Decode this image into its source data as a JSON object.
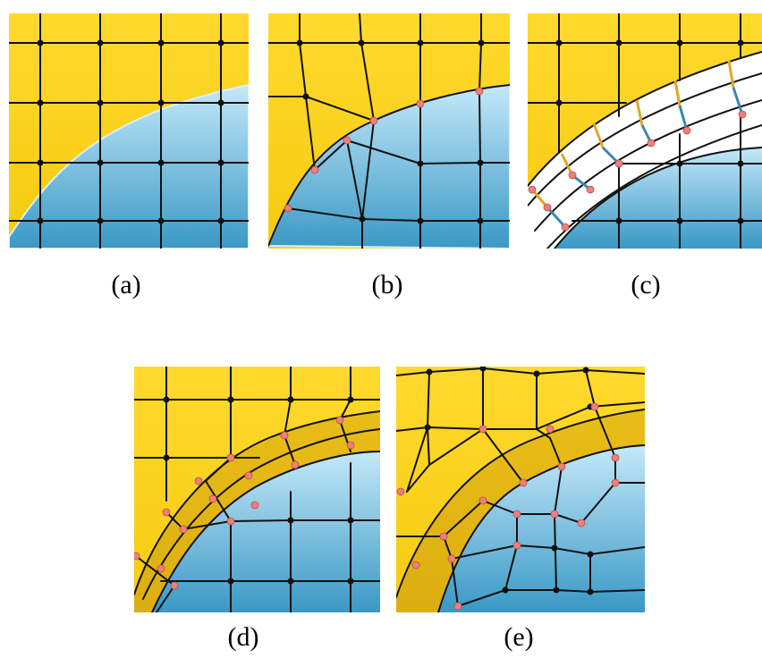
{
  "panels": [
    {
      "id": "a",
      "caption": "(a)"
    },
    {
      "id": "b",
      "caption": "(b)"
    },
    {
      "id": "c",
      "caption": "(c)"
    },
    {
      "id": "d",
      "caption": "(d)"
    },
    {
      "id": "e",
      "caption": "(e)"
    }
  ],
  "colors": {
    "outer_region": "#f7d21a",
    "outer_region_light": "#ffe14a",
    "layer_region": "#e3b514",
    "inner_region_top": "#b9e2f7",
    "inner_region_bottom": "#3e9cc8",
    "mesh_line": "#111111",
    "grid_node": "#111111",
    "interface_node": "#ef7f7b",
    "offset_arrow_outer": "#e0a623",
    "offset_arrow_inner": "#3b86b4"
  }
}
